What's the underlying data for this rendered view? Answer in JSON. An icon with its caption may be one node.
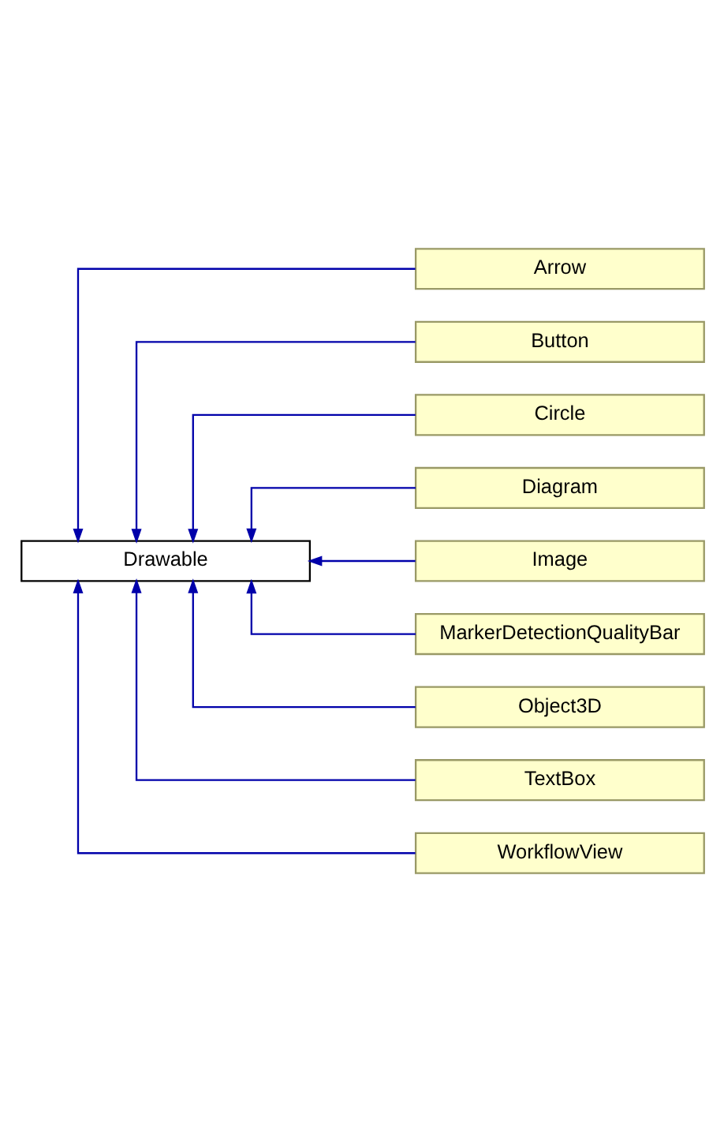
{
  "diagram": {
    "nodes": [
      {
        "text": [
          "Drawable"
        ]
      },
      {
        "text": [
          "Arrow"
        ]
      },
      {
        "text": [
          "Button"
        ]
      },
      {
        "text": [
          "Circle"
        ]
      },
      {
        "text": [
          "Diagram"
        ]
      },
      {
        "text": [
          "Image"
        ]
      },
      {
        "text": [
          "MarkerDetectionQualityBar"
        ]
      },
      {
        "text": [
          "Object3D"
        ]
      },
      {
        "text": [
          "TextBox"
        ]
      },
      {
        "text": [
          "WorkflowView"
        ]
      }
    ],
    "edges": [
      {
        "from": 1,
        "to": 0,
        "arrow": "to"
      },
      {
        "from": 2,
        "to": 0,
        "arrow": "to"
      },
      {
        "from": 3,
        "to": 0,
        "arrow": "to"
      },
      {
        "from": 4,
        "to": 0,
        "arrow": "to"
      },
      {
        "from": 5,
        "to": 0,
        "arrow": "to"
      },
      {
        "from": 6,
        "to": 0,
        "arrow": "to"
      },
      {
        "from": 7,
        "to": 0,
        "arrow": "to"
      },
      {
        "from": 8,
        "to": 0,
        "arrow": "to"
      },
      {
        "from": 9,
        "to": 0,
        "arrow": "to"
      }
    ]
  }
}
